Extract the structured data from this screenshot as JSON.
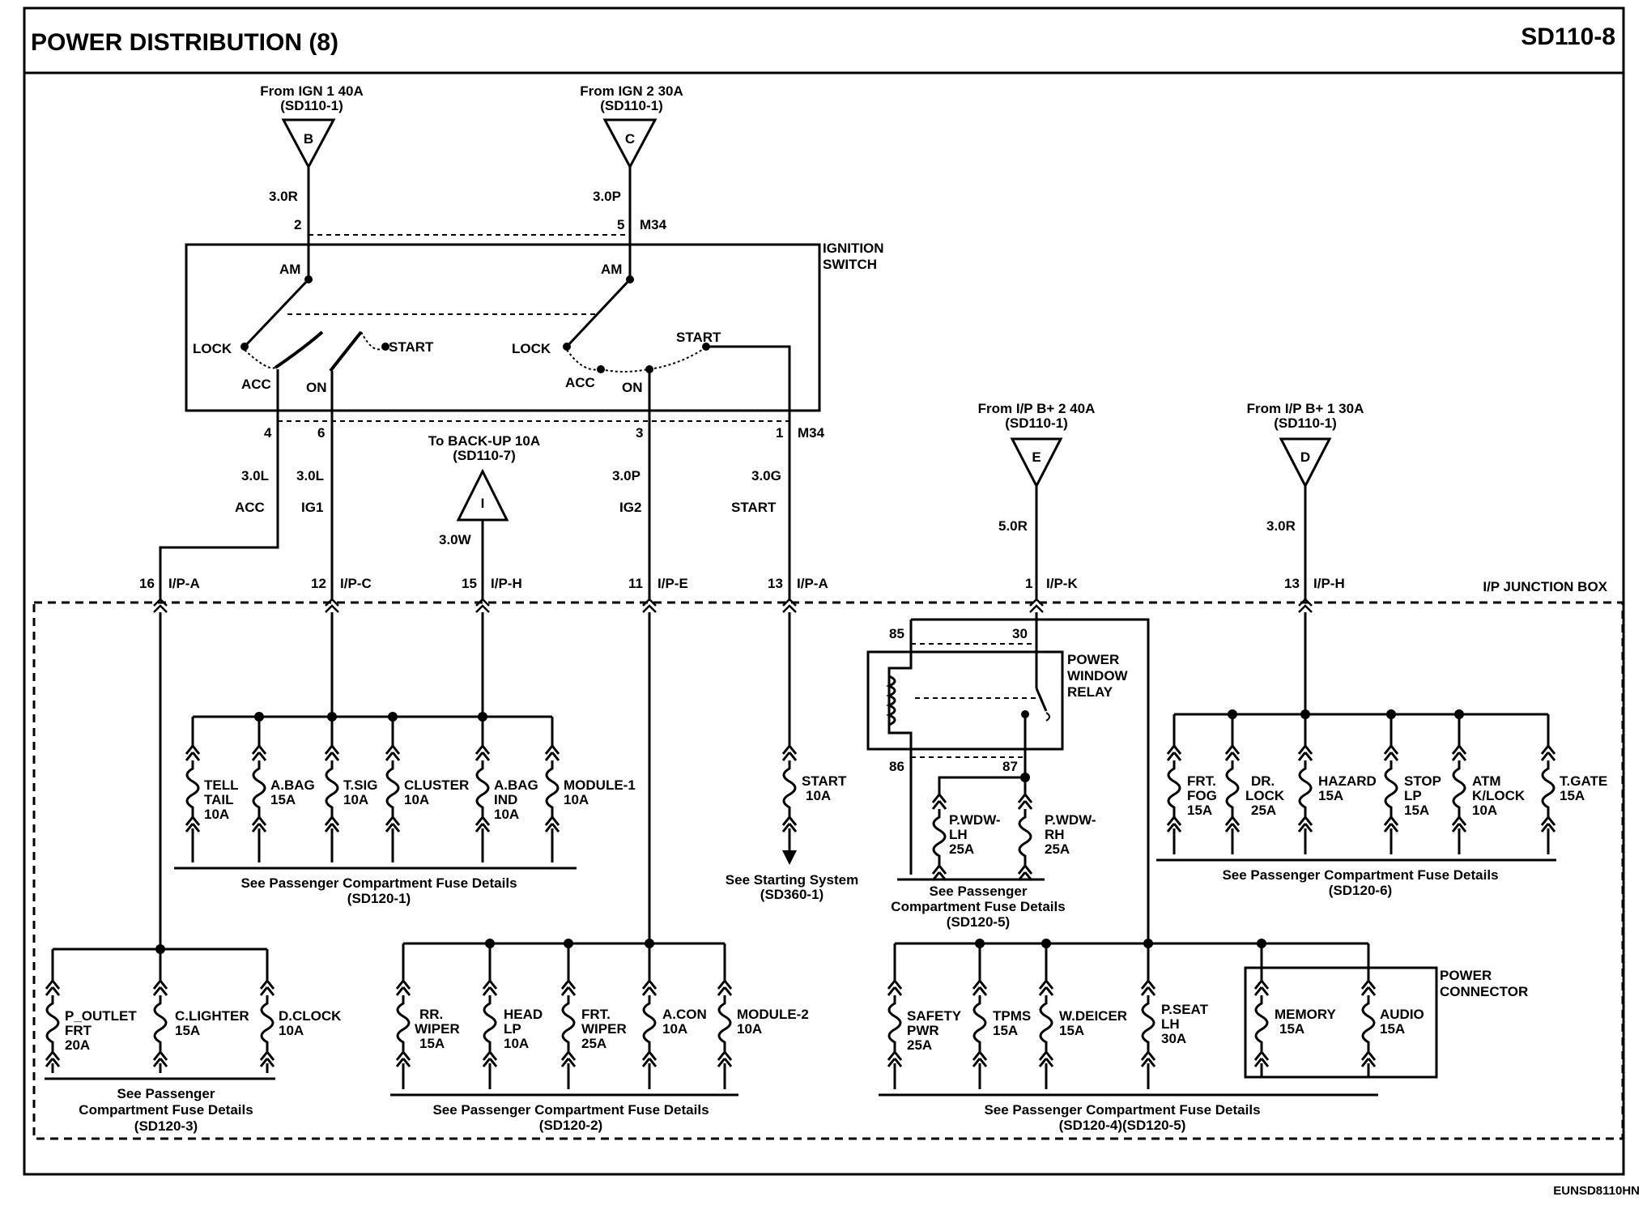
{
  "header": {
    "title": "POWER DISTRIBUTION (8)",
    "code": "SD110-8",
    "footer": "EUNSD8110HN"
  },
  "sources": {
    "B": {
      "from": "From IGN 1 40A",
      "ref": "(SD110-1)",
      "letter": "B",
      "wire": "3.0R"
    },
    "C": {
      "from": "From IGN 2 30A",
      "ref": "(SD110-1)",
      "letter": "C",
      "wire": "3.0P"
    },
    "I": {
      "from": "To BACK-UP 10A",
      "ref": "(SD110-7)",
      "letter": "I",
      "wire": "3.0W"
    },
    "E": {
      "from": "From I/P B+ 2 40A",
      "ref": "(SD110-1)",
      "letter": "E",
      "wire": "5.0R"
    },
    "D": {
      "from": "From I/P B+ 1 30A",
      "ref": "(SD110-1)",
      "letter": "D",
      "wire": "3.0R"
    }
  },
  "ignition": {
    "label1": "IGNITION",
    "label2": "SWITCH",
    "connector": "M34",
    "pin_top_left": "2",
    "pin_top_right": "5",
    "am": "AM",
    "lock": "LOCK",
    "acc": "ACC",
    "on": "ON",
    "start": "START",
    "pins_bottom": [
      "4",
      "6",
      "3",
      "1"
    ],
    "outputs": [
      {
        "wire": "3.0L",
        "name": "ACC"
      },
      {
        "wire": "3.0L",
        "name": "IG1"
      },
      {
        "wire": "3.0P",
        "name": "IG2"
      },
      {
        "wire": "3.0G",
        "name": "START"
      }
    ]
  },
  "junction_box": {
    "label": "I/P JUNCTION BOX",
    "connectors": [
      {
        "pin": "16",
        "name": "I/P-A"
      },
      {
        "pin": "12",
        "name": "I/P-C"
      },
      {
        "pin": "15",
        "name": "I/P-H"
      },
      {
        "pin": "11",
        "name": "I/P-E"
      },
      {
        "pin": "13",
        "name": "I/P-A"
      },
      {
        "pin": "1",
        "name": "I/P-K"
      },
      {
        "pin": "13",
        "name": "I/P-H"
      }
    ]
  },
  "relay": {
    "name": [
      "POWER",
      "WINDOW",
      "RELAY"
    ],
    "pins": [
      "85",
      "30",
      "86",
      "87"
    ]
  },
  "power_connector": [
    "POWER",
    "CONNECTOR"
  ],
  "fuse_groups": {
    "ig1": {
      "fuses": [
        [
          "TELL",
          "TAIL",
          "10A"
        ],
        [
          "A.BAG",
          "15A"
        ],
        [
          "T.SIG",
          "10A"
        ],
        [
          "CLUSTER",
          "10A"
        ],
        [
          "A.BAG",
          "IND",
          "10A"
        ],
        [
          "MODULE-1",
          "10A"
        ]
      ],
      "note": [
        "See Passenger Compartment Fuse Details",
        "(SD120-1)"
      ]
    },
    "start": {
      "fuses": [
        [
          "START",
          "10A"
        ]
      ],
      "note": [
        "See Starting System",
        "(SD360-1)"
      ]
    },
    "pwdw": {
      "fuses": [
        [
          "P.WDW-",
          "LH",
          "25A"
        ],
        [
          "P.WDW-",
          "RH",
          "25A"
        ]
      ],
      "note": [
        "See Passenger",
        "Compartment Fuse Details",
        "(SD120-5)"
      ]
    },
    "bplus1": {
      "fuses": [
        [
          "FRT.",
          "FOG",
          "15A"
        ],
        [
          "DR.",
          "LOCK",
          "25A"
        ],
        [
          "HAZARD",
          "15A"
        ],
        [
          "STOP",
          "LP",
          "15A"
        ],
        [
          "ATM",
          "K/LOCK",
          "10A"
        ],
        [
          "T.GATE",
          "15A"
        ]
      ],
      "note": [
        "See Passenger Compartment Fuse Details",
        "(SD120-6)"
      ]
    },
    "acc": {
      "fuses": [
        [
          "P_OUTLET",
          "FRT",
          "20A"
        ],
        [
          "C.LIGHTER",
          "15A"
        ],
        [
          "D.CLOCK",
          "10A"
        ]
      ],
      "note": [
        "See Passenger",
        "Compartment Fuse Details",
        "(SD120-3)"
      ]
    },
    "ig2": {
      "fuses": [
        [
          "RR.",
          "WIPER",
          "15A"
        ],
        [
          "HEAD",
          "LP",
          "10A"
        ],
        [
          "FRT.",
          "WIPER",
          "25A"
        ],
        [
          "A.CON",
          "10A"
        ],
        [
          "MODULE-2",
          "10A"
        ]
      ],
      "note": [
        "See Passenger Compartment Fuse Details",
        "(SD120-2)"
      ]
    },
    "bplus2": {
      "fuses": [
        [
          "SAFETY",
          "PWR",
          "25A"
        ],
        [
          "TPMS",
          "15A"
        ],
        [
          "W.DEICER",
          "15A"
        ],
        [
          "P.SEAT",
          "LH",
          "30A"
        ],
        [
          "MEMORY",
          "15A"
        ],
        [
          "AUDIO",
          "15A"
        ]
      ],
      "note": [
        "See Passenger Compartment Fuse Details",
        "(SD120-4)(SD120-5)"
      ]
    }
  }
}
